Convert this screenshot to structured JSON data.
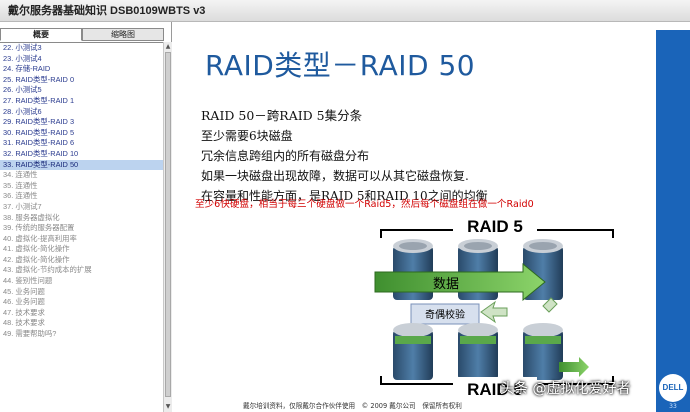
{
  "window": {
    "title": "戴尔服务器基础知识 DSB0109WBTS v3"
  },
  "left_panel": {
    "tabs": [
      {
        "label": "概要"
      },
      {
        "label": "缩略图"
      }
    ],
    "items": [
      {
        "label": "22. 小测试3"
      },
      {
        "label": "23. 小测试4"
      },
      {
        "label": "24. 存储-RAID"
      },
      {
        "label": "25. RAID类型-RAID 0"
      },
      {
        "label": "26. 小测试5"
      },
      {
        "label": "27. RAID类型-RAID 1"
      },
      {
        "label": "28. 小测试6"
      },
      {
        "label": "29. RAID类型-RAID 3"
      },
      {
        "label": "30. RAID类型-RAID 5"
      },
      {
        "label": "31. RAID类型-RAID 6"
      },
      {
        "label": "32. RAID类型-RAID 10"
      },
      {
        "label": "33. RAID类型-RAID 50"
      },
      {
        "label": "34. 连通性"
      },
      {
        "label": "35. 连通性"
      },
      {
        "label": "36. 连通性"
      },
      {
        "label": "37. 小测试7"
      },
      {
        "label": "38. 服务器虚拟化"
      },
      {
        "label": "39. 传统的服务器配置"
      },
      {
        "label": "40. 虚拟化-提高利用率"
      },
      {
        "label": "41. 虚拟化-简化操作"
      },
      {
        "label": "42. 虚拟化-简化操作"
      },
      {
        "label": "43. 虚拟化-节约成本的扩展"
      },
      {
        "label": "44. 鉴别性问题"
      },
      {
        "label": "45. 业务问题"
      },
      {
        "label": "46. 业务问题"
      },
      {
        "label": "47. 技术要求"
      },
      {
        "label": "48. 技术要求"
      },
      {
        "label": "49. 需要帮助吗?"
      }
    ],
    "selected_index": 11
  },
  "slide": {
    "title": "RAID类型－RAID 50",
    "bullets": [
      "RAID 50－跨RAID 5集分条",
      "至少需要6块磁盘",
      "冗余信息跨组内的所有磁盘分布",
      "如果一块磁盘出现故障，数据可以从其它磁盘恢复.",
      "在容量和性能方面，是RAID 5和RAID 10之间的均衡"
    ],
    "note": "至少6快硬盘，相当于每三个硬盘做一个Raid5，然后每个磁盘组在做一个Raid0",
    "diagram": {
      "top_label": "RAID 5",
      "bottom_label": "RAID 5",
      "data_label": "数据",
      "parity_label": "奇偶校验"
    },
    "footer": "戴尔培训资料，仅限戴尔合作伙伴使用　© 2009 戴尔公司　保留所有权利",
    "page_number": "33",
    "logo_text": "DELL"
  },
  "watermark": "头条 @虚拟化爱好者",
  "colors": {
    "accent_blue": "#1a64b9",
    "title_blue": "#1f5a9e",
    "note_red": "#d20000",
    "selection": "#bcd3ef"
  }
}
